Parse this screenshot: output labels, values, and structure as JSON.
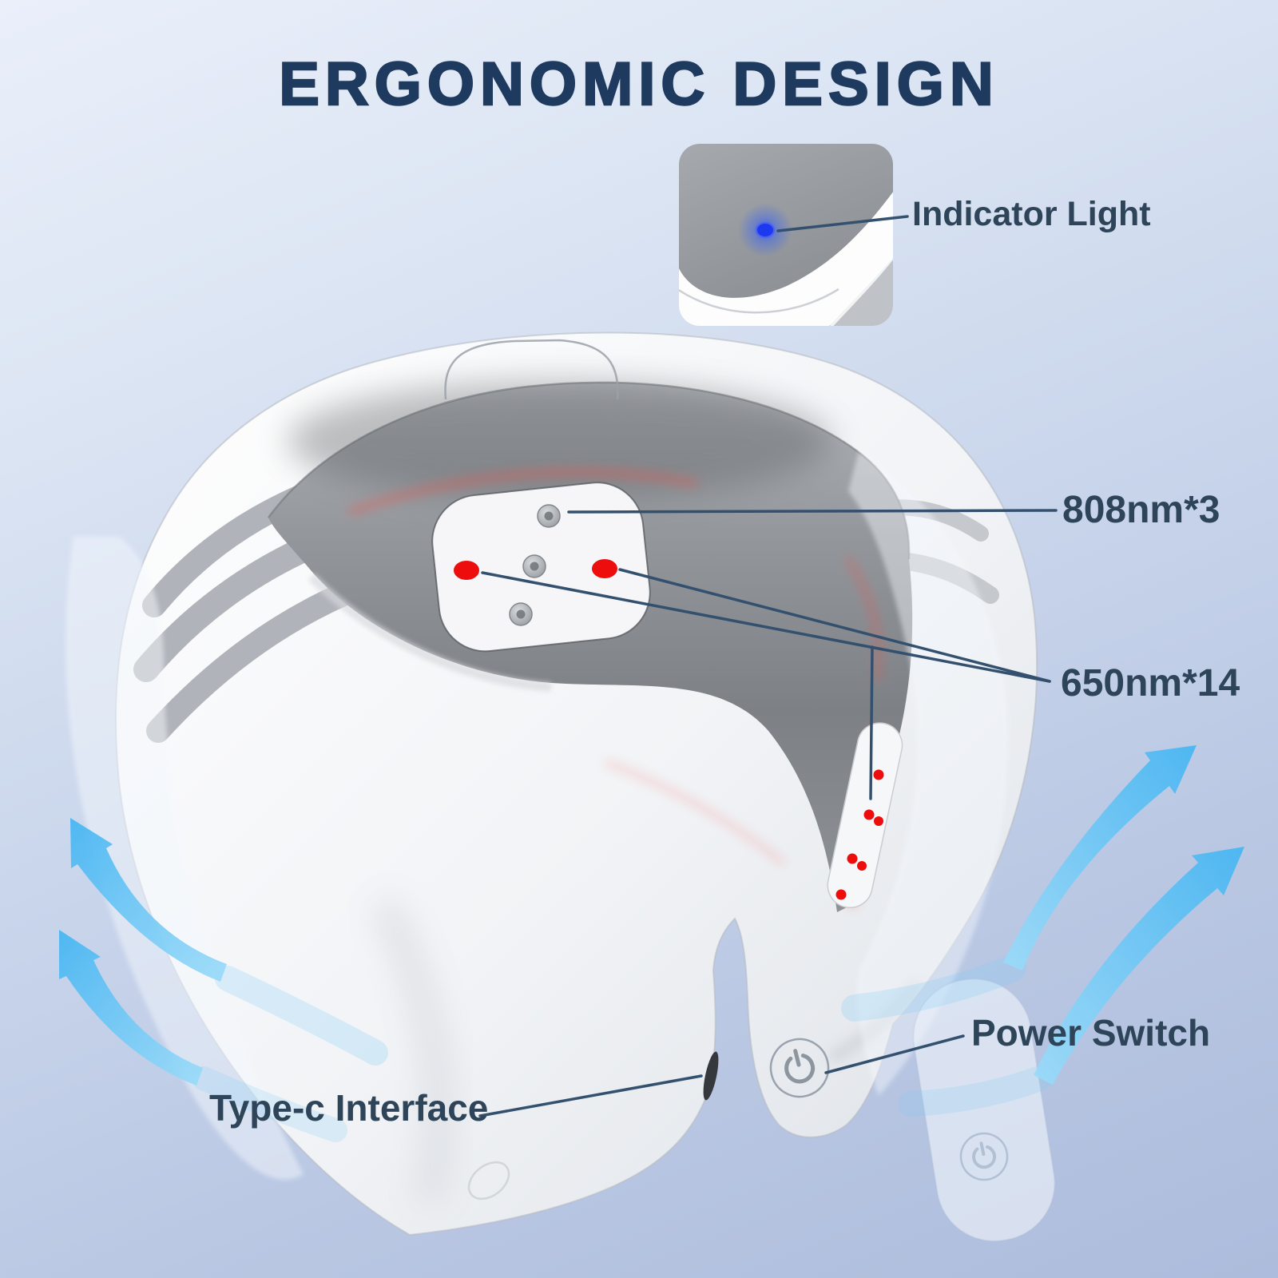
{
  "title": "ERGONOMIC DESIGN",
  "callouts": {
    "indicator_light": "Indicator Light",
    "laser_808": "808nm*3",
    "laser_650": "650nm*14",
    "power_switch": "Power Switch",
    "type_c": "Type-c Interface"
  },
  "colors": {
    "title_text": "#1e3a5e",
    "label_text": "#2e4458",
    "leader_line": "#33506e",
    "laser_red": "#ee0d0d",
    "indicator_blue": "#1d39ef",
    "arrow_blue": "#45b5f2",
    "arrow_blue_light": "#9bdbf9",
    "shell_white": "#f7f8fa",
    "inner_gray": "#85898e",
    "background_top": "#e9eef8",
    "background_bottom": "#aebddc"
  },
  "icons": {
    "power_button": "power-icon",
    "indicator_dot": "indicator-light-dot",
    "flex_arrow": "curved-arrow-icon",
    "laser_diode_gray": "laser-diode-dot",
    "laser_diode_red": "red-laser-dot",
    "type_c_port": "type-c-port"
  }
}
